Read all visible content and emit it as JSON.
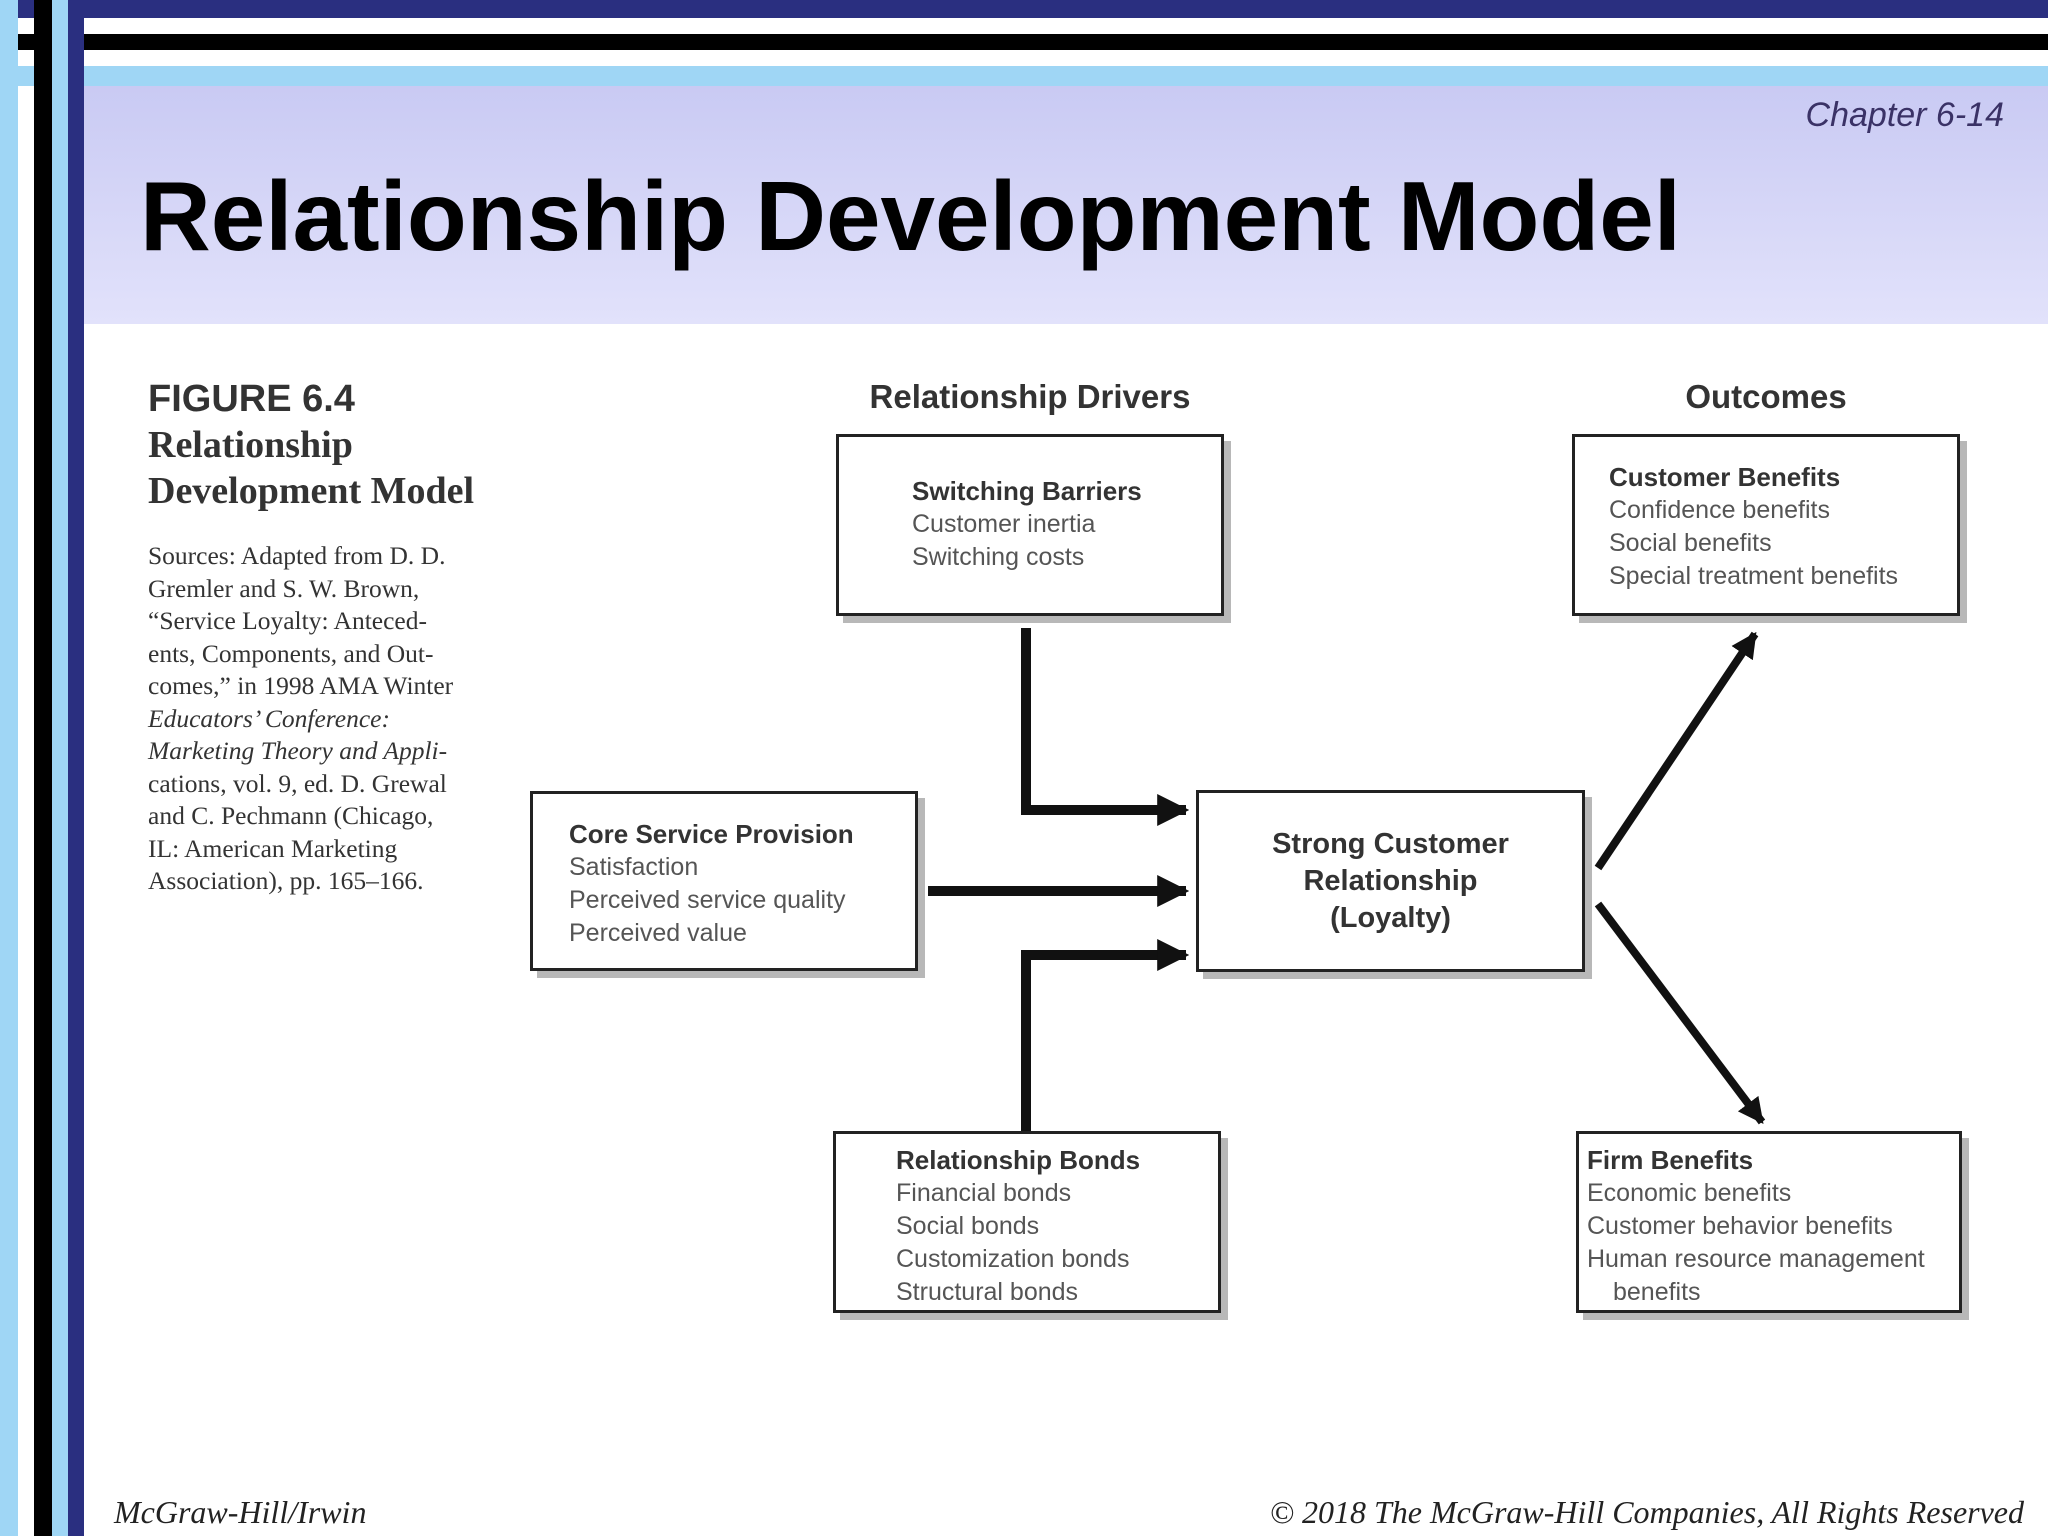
{
  "slide": {
    "chapter": "Chapter 6-14",
    "title": "Relationship Development Model"
  },
  "figure": {
    "number": "FIGURE 6.4",
    "name_line1": "Relationship",
    "name_line2": "Development Model",
    "source_lines": [
      "Sources: Adapted from D. D.",
      "Gremler and S. W. Brown,",
      "“Service Loyalty: Anteced-",
      "ents, Components, and Out-",
      "comes,” in 1998 AMA Winter",
      "Educators’ Conference:",
      "Marketing Theory and Appli-",
      "cations, vol. 9, ed. D. Grewal",
      "and C. Pechmann (Chicago,",
      "IL: American Marketing",
      "Association), pp. 165–166."
    ]
  },
  "diagram": {
    "drivers_header": "Relationship Drivers",
    "outcomes_header": "Outcomes",
    "switching_barriers": {
      "title": "Switching Barriers",
      "items": [
        "Customer inertia",
        "Switching costs"
      ]
    },
    "core_service": {
      "title": "Core Service Provision",
      "items": [
        "Satisfaction",
        "Perceived service quality",
        "Perceived value"
      ]
    },
    "relationship_bonds": {
      "title": "Relationship Bonds",
      "items": [
        "Financial bonds",
        "Social bonds",
        "Customization bonds",
        "Structural bonds"
      ]
    },
    "center": {
      "lines": [
        "Strong Customer",
        "Relationship",
        "(Loyalty)"
      ]
    },
    "customer_benefits": {
      "title": "Customer Benefits",
      "items": [
        "Confidence benefits",
        "Social benefits",
        "Special treatment benefits"
      ]
    },
    "firm_benefits": {
      "title": "Firm Benefits",
      "items": [
        "Economic benefits",
        "Customer behavior benefits",
        "Human resource management",
        "benefits"
      ]
    }
  },
  "footer": {
    "left": "McGraw-Hill/Irwin",
    "right": "© 2018 The McGraw-Hill Companies, All Rights Reserved"
  }
}
